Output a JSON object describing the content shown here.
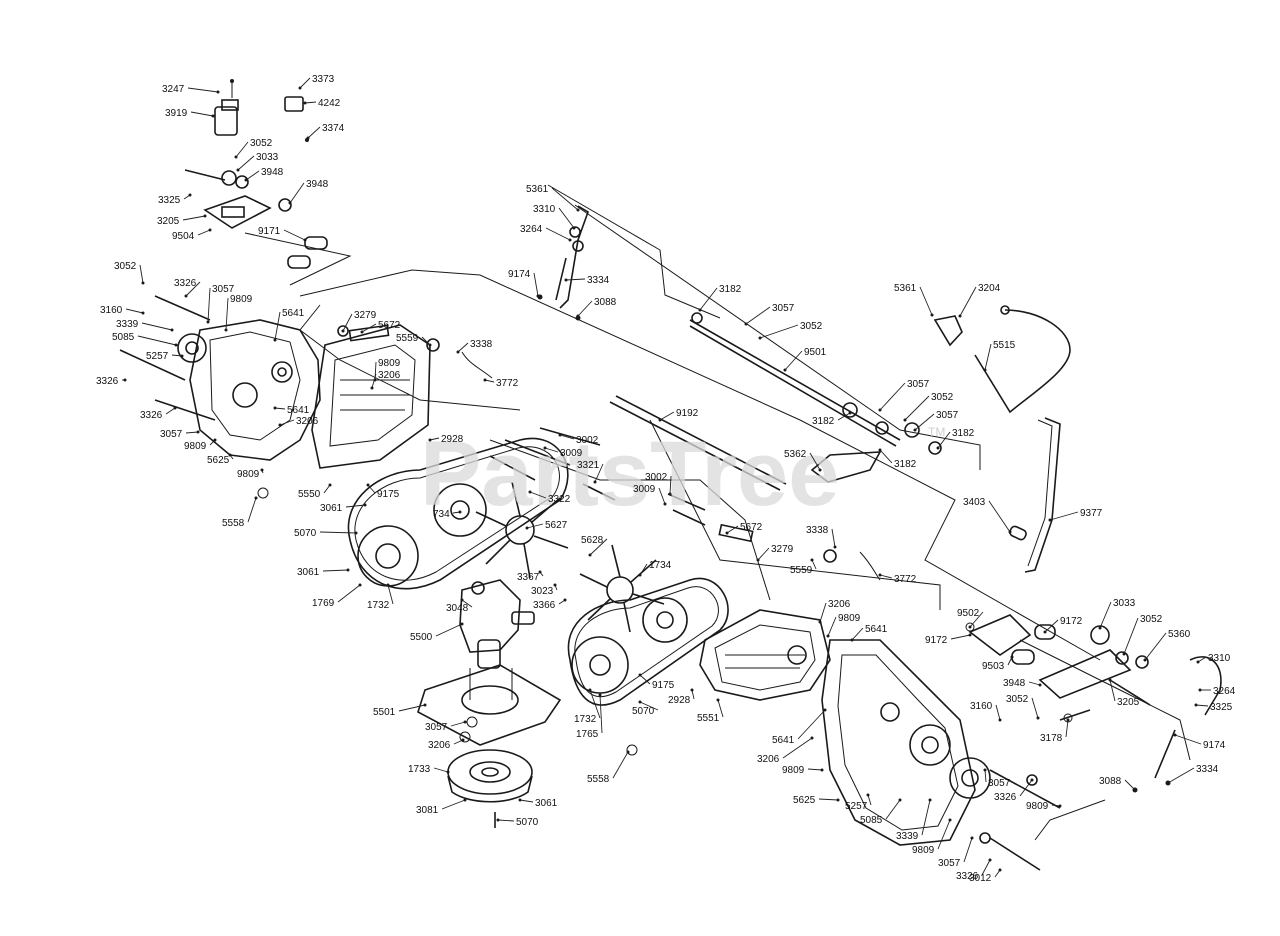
{
  "watermark": {
    "text": "PartsTree",
    "trademark": "TM"
  },
  "parts": [
    "3247",
    "3373",
    "4242",
    "3919",
    "3374",
    "3052",
    "3033",
    "3948",
    "3325",
    "3948",
    "3205",
    "9504",
    "9171",
    "3052",
    "3326",
    "3057",
    "9809",
    "3160",
    "5641",
    "3339",
    "5085",
    "5257",
    "3326",
    "3279",
    "5672",
    "5559",
    "3338",
    "3772",
    "9809",
    "3206",
    "3326",
    "5641",
    "3206",
    "3057",
    "9809",
    "5625",
    "2928",
    "9809",
    "5550",
    "9175",
    "5558",
    "3061",
    "734",
    "5627",
    "5070",
    "3061",
    "1769",
    "1732",
    "5628",
    "3367",
    "3023",
    "3366",
    "1734",
    "3048",
    "5500",
    "5501",
    "3057",
    "3206",
    "1733",
    "3081",
    "3061",
    "5070",
    "1732",
    "1765",
    "9175",
    "5070",
    "2928",
    "5558",
    "3002",
    "3009",
    "3321",
    "3322",
    "3002",
    "3009",
    "5672",
    "3279",
    "5559",
    "3338",
    "3772",
    "5361",
    "3310",
    "3264",
    "9174",
    "3334",
    "3088",
    "3182",
    "3057",
    "3052",
    "9501",
    "9192",
    "5361",
    "3204",
    "5515",
    "3057",
    "3052",
    "3057",
    "3182",
    "3182",
    "3182",
    "5362",
    "3403",
    "9377",
    "3206",
    "9809",
    "5641",
    "5551",
    "5641",
    "3206",
    "9809",
    "5625",
    "5257",
    "5085",
    "3339",
    "9809",
    "3057",
    "3326",
    "9809",
    "3057",
    "3326",
    "3012",
    "9502",
    "9172",
    "9172",
    "9503",
    "3948",
    "3033",
    "3052",
    "5360",
    "3310",
    "3264",
    "3325",
    "3205",
    "3160",
    "3052",
    "3178",
    "9174",
    "3088",
    "3334"
  ]
}
